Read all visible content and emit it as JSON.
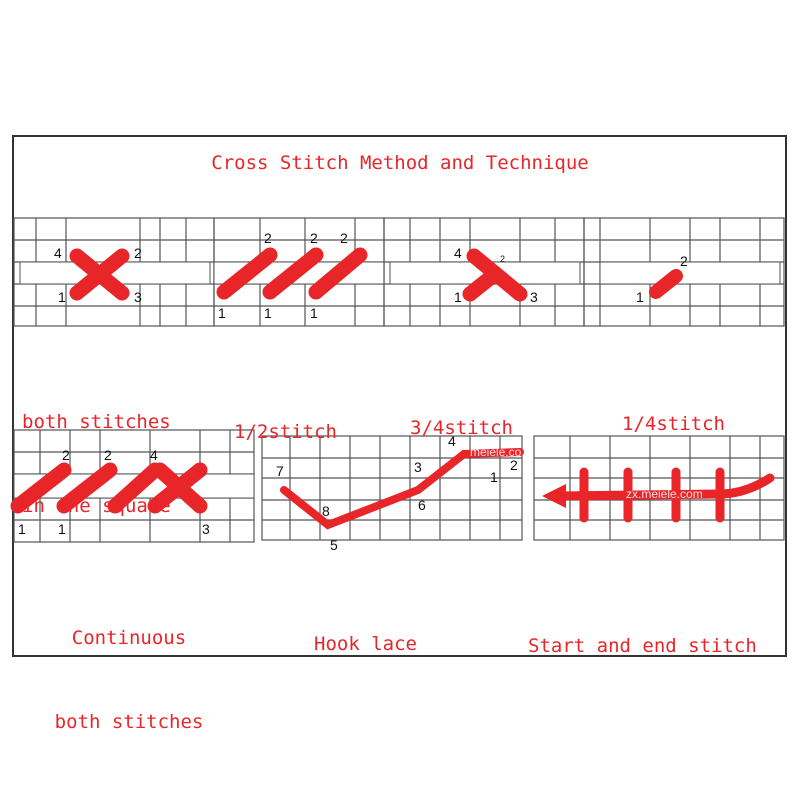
{
  "title": "Cross Stitch Method and Technique",
  "colors": {
    "stitch": "#e8262a",
    "grid": "#555555",
    "label": "#e8262a"
  },
  "panels": [
    {
      "label": [
        "both stitches",
        "in one square"
      ],
      "numbers": [
        "4",
        "2",
        "1",
        "3"
      ]
    },
    {
      "label": [
        "1/2stitch"
      ],
      "numbers": [
        "2",
        "2",
        "2",
        "1",
        "1",
        "1"
      ]
    },
    {
      "label": [
        "3/4stitch"
      ],
      "numbers": [
        "4",
        "2",
        "1",
        "3"
      ]
    },
    {
      "label": [
        "1/4stitch"
      ],
      "numbers": [
        "2",
        "1"
      ]
    },
    {
      "label": [
        "Continuous",
        "both stitches"
      ],
      "numbers": [
        "2",
        "2",
        "4",
        "1",
        "1",
        "3"
      ]
    },
    {
      "label": [
        "Hook lace"
      ],
      "numbers": [
        "4",
        "7",
        "3",
        "1",
        "2",
        "8",
        "6",
        "5"
      ],
      "watermark": "meiele.co"
    },
    {
      "label": [
        "Start and end stitch"
      ],
      "watermark": "zx.meiele.com"
    }
  ]
}
